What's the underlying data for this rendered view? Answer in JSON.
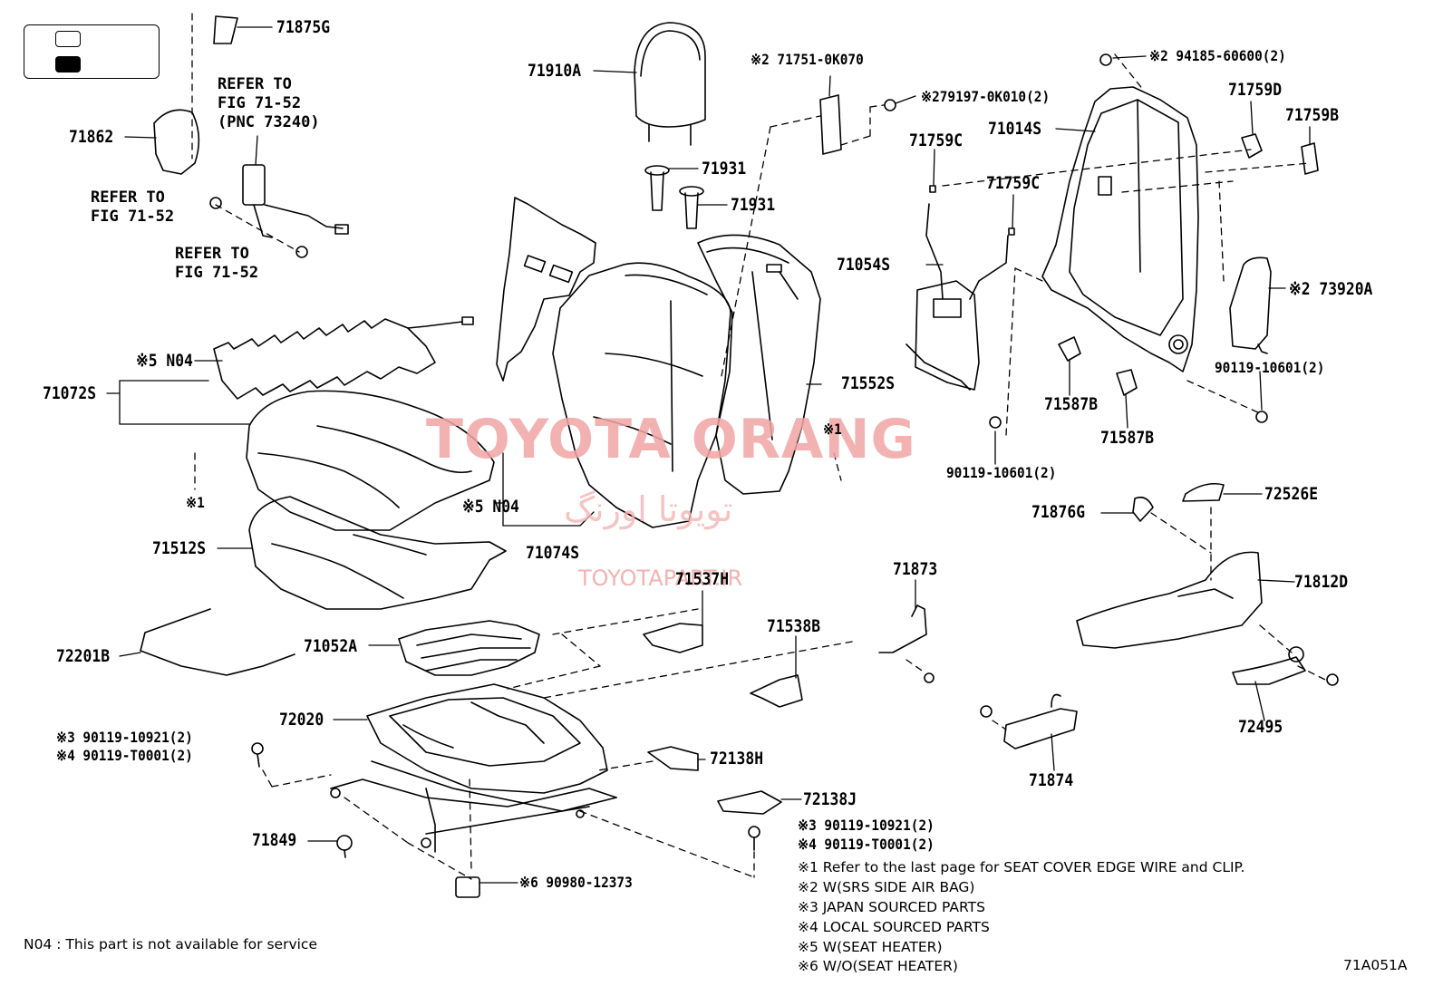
{
  "diagram_id": "71A051A",
  "watermark": {
    "title": "TOYOTA ORANG",
    "persian": "تویوتا اورنگ",
    "site": "TOYOTAPART.IR"
  },
  "references": {
    "r1": "REFER TO\nFIG 71-52\n(PNC 73240)",
    "r2": "REFER TO\nFIG 71-52",
    "r3": "REFER TO\nFIG 71-52"
  },
  "parts": {
    "p71875G": "71875G",
    "p71862": "71862",
    "p71910A": "71910A",
    "p71931a": "71931",
    "p71931b": "71931",
    "p717510K070": "※2 71751-0K070",
    "p791970K010": "※279197-0K010(2)",
    "p9418560600": "※2 94185-60600(2)",
    "p71759D": "71759D",
    "p71759B": "71759B",
    "p71014S": "71014S",
    "p71759Ca": "71759C",
    "p71759Cb": "71759C",
    "p71054S": "71054S",
    "p73920A": "※2 73920A",
    "p9011910601a": "90119-10601(2)",
    "p71587Ba": "71587B",
    "p71587Bb": "71587B",
    "p9011910601b": "90119-10601(2)",
    "p71552S": "71552S",
    "p_note1_right": "※1",
    "p_note1_left": "※1",
    "pN04a": "※5 N04",
    "pN04b": "※5 N04",
    "p71072S": "71072S",
    "p71074S": "71074S",
    "p71512S": "71512S",
    "p72201B": "72201B",
    "p71052A": "71052A",
    "p71537H": "71537H",
    "p71538B": "71538B",
    "p71873": "71873",
    "p71876G": "71876G",
    "p72526E": "72526E",
    "p71812D": "71812D",
    "p72495": "72495",
    "p71874": "71874",
    "p72020": "72020",
    "p72138H": "72138H",
    "p72138J": "72138J",
    "p9011910921a": "※3  90119-10921(2)",
    "p90119T0001a": "※4  90119-T0001(2)",
    "p9011910921b": "※3  90119-10921(2)",
    "p90119T0001b": "※4  90119-T0001(2)",
    "p71849": "71849",
    "p9098012373": "※6  90980-12373"
  },
  "notes": {
    "n1": "※1   Refer to the last page for SEAT COVER EDGE WIRE and CLIP.",
    "n2": "※2   W(SRS SIDE AIR BAG)",
    "n3": "※3   JAPAN SOURCED PARTS",
    "n4": "※4   LOCAL SOURCED PARTS",
    "n5": "※5   W(SEAT HEATER)",
    "n6": "※6   W/O(SEAT HEATER)",
    "n04": "N04 : This part is not available for service"
  }
}
